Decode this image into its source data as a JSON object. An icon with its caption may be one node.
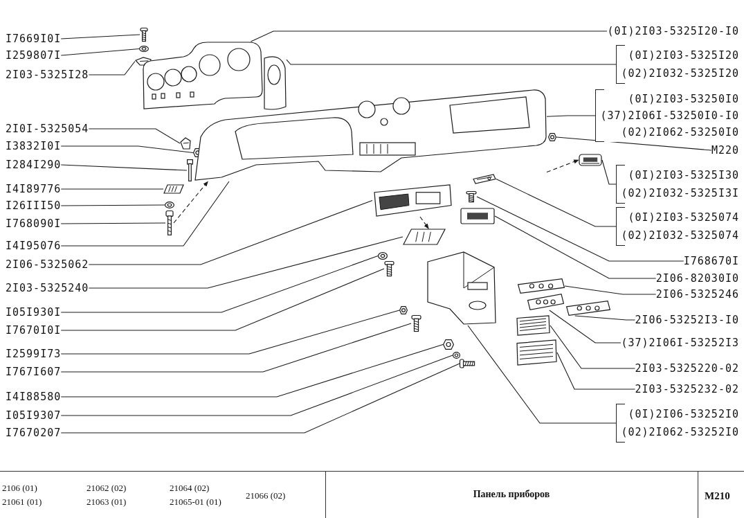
{
  "diagram": {
    "title": "Панель приборов",
    "nodes": [
      {
        "text": [
          "I7669I0I"
        ]
      },
      {
        "text": [
          "I259807I"
        ]
      },
      {
        "text": [
          "2I03-5325I28"
        ]
      },
      {
        "text": [
          "2I0I-5325054"
        ]
      },
      {
        "text": [
          "I3832I0I"
        ]
      },
      {
        "text": [
          "I284I290"
        ]
      },
      {
        "text": [
          "I4I89776"
        ]
      },
      {
        "text": [
          "I26III50"
        ]
      },
      {
        "text": [
          "I768090I"
        ]
      },
      {
        "text": [
          "I4I95076"
        ]
      },
      {
        "text": [
          "2I06-5325062"
        ]
      },
      {
        "text": [
          "2I03-5325240"
        ]
      },
      {
        "text": [
          "I05I930I"
        ]
      },
      {
        "text": [
          "I7670I0I"
        ]
      },
      {
        "text": [
          "I2599I73"
        ]
      },
      {
        "text": [
          "I767I607"
        ]
      },
      {
        "text": [
          "I4I88580"
        ]
      },
      {
        "text": [
          "I05I9307"
        ]
      },
      {
        "text": [
          "I7670207"
        ]
      },
      {
        "text": [
          "(0I)2I03-5325I20-I0"
        ]
      },
      {
        "text": [
          "(0I)2I03-5325I20",
          "(02)2I032-5325I20"
        ]
      },
      {
        "text": [
          "(0I)2I03-53250I0",
          "(37)2I06I-53250I0-I0",
          "(02)2I062-53250I0"
        ]
      },
      {
        "text": [
          "M220"
        ]
      },
      {
        "text": [
          "(0I)2I03-5325I30",
          "(02)2I032-5325I3I"
        ]
      },
      {
        "text": [
          "(0I)2I03-5325074",
          "(02)2I032-5325074"
        ]
      },
      {
        "text": [
          "I768670I"
        ]
      },
      {
        "text": [
          "2I06-82030I0"
        ]
      },
      {
        "text": [
          "2I06-5325246"
        ]
      },
      {
        "text": [
          "2I06-53252I3-I0"
        ]
      },
      {
        "text": [
          "(37)2I06I-53252I3"
        ]
      },
      {
        "text": [
          "2I03-5325220-02"
        ]
      },
      {
        "text": [
          "2I03-5325232-02"
        ]
      },
      {
        "text": [
          "(0I)2I06-53252I0",
          "(02)2I062-53252I0"
        ]
      },
      {
        "text": [],
        "shape": "picture"
      },
      {
        "text": [],
        "shape": "picture"
      },
      {
        "text": [],
        "shape": "picture"
      },
      {
        "text": [],
        "shape": "picture"
      },
      {
        "text": [],
        "shape": "picture"
      },
      {
        "text": [],
        "shape": "picture"
      },
      {
        "text": [],
        "shape": "picture"
      },
      {
        "text": [],
        "shape": "picture"
      },
      {
        "text": [],
        "shape": "picture"
      },
      {
        "text": [],
        "shape": "picture"
      },
      {
        "text": [],
        "shape": "picture"
      },
      {
        "text": [],
        "shape": "picture"
      },
      {
        "text": [],
        "shape": "picture"
      },
      {
        "text": [],
        "shape": "picture"
      },
      {
        "text": [],
        "shape": "picture"
      },
      {
        "text": [],
        "shape": "picture"
      },
      {
        "text": [],
        "shape": "picture"
      },
      {
        "text": [],
        "shape": "picture"
      },
      {
        "text": [],
        "shape": "picture"
      },
      {
        "text": [],
        "shape": "picture"
      },
      {
        "text": [],
        "shape": "picture"
      },
      {
        "text": [],
        "shape": "picture"
      },
      {
        "text": [],
        "shape": "picture"
      },
      {
        "text": [],
        "shape": "picture"
      },
      {
        "text": [],
        "shape": "picture"
      },
      {
        "text": [],
        "shape": "picture"
      },
      {
        "text": [],
        "shape": "picture"
      },
      {
        "text": [],
        "shape": "picture"
      },
      {
        "text": [],
        "shape": "picture"
      },
      {
        "text": [],
        "shape": "picture"
      },
      {
        "text": [],
        "shape": "picture"
      },
      {
        "text": [],
        "shape": "picture"
      }
    ],
    "edges": [
      {
        "from": 0,
        "to": 33,
        "arrow": "none"
      },
      {
        "from": 1,
        "to": 34,
        "arrow": "none"
      },
      {
        "from": 2,
        "to": 35,
        "arrow": "none"
      },
      {
        "from": 3,
        "to": 36,
        "arrow": "none"
      },
      {
        "from": 4,
        "to": 37,
        "arrow": "none"
      },
      {
        "from": 5,
        "to": 38,
        "arrow": "none"
      },
      {
        "from": 6,
        "to": 39,
        "arrow": "none"
      },
      {
        "from": 7,
        "to": 40,
        "arrow": "none"
      },
      {
        "from": 8,
        "to": 41,
        "arrow": "none"
      },
      {
        "from": 9,
        "to": 53,
        "arrow": "none"
      },
      {
        "from": 10,
        "to": 42,
        "arrow": "none"
      },
      {
        "from": 11,
        "to": 43,
        "arrow": "none"
      },
      {
        "from": 12,
        "to": 44,
        "arrow": "none"
      },
      {
        "from": 13,
        "to": 45,
        "arrow": "none"
      },
      {
        "from": 14,
        "to": 46,
        "arrow": "none"
      },
      {
        "from": 15,
        "to": 47,
        "arrow": "none"
      },
      {
        "from": 16,
        "to": 48,
        "arrow": "none"
      },
      {
        "from": 17,
        "to": 49,
        "arrow": "none"
      },
      {
        "from": 18,
        "to": 50,
        "arrow": "none"
      },
      {
        "from": 19,
        "to": 51,
        "arrow": "none"
      },
      {
        "from": 20,
        "to": 52,
        "arrow": "none"
      },
      {
        "from": 21,
        "to": 53,
        "arrow": "none"
      },
      {
        "from": 22,
        "to": 54,
        "arrow": "none"
      },
      {
        "from": 23,
        "to": 55,
        "arrow": "none"
      },
      {
        "from": 24,
        "to": 56,
        "arrow": "none"
      },
      {
        "from": 25,
        "to": 57,
        "arrow": "none"
      },
      {
        "from": 26,
        "to": 58,
        "arrow": "none"
      },
      {
        "from": 27,
        "to": 60,
        "arrow": "none"
      },
      {
        "from": 28,
        "to": 62,
        "arrow": "none"
      },
      {
        "from": 29,
        "to": 61,
        "arrow": "none"
      },
      {
        "from": 30,
        "to": 63,
        "arrow": "none"
      },
      {
        "from": 31,
        "to": 64,
        "arrow": "none"
      },
      {
        "from": 32,
        "to": 59,
        "arrow": "none"
      },
      {
        "from": 41,
        "to": 53,
        "arrow": "to",
        "style": "dashed"
      },
      {
        "from": 53,
        "to": 55,
        "arrow": "to",
        "style": "dashed"
      },
      {
        "from": 42,
        "to": 43,
        "arrow": "to",
        "style": "dashed"
      }
    ],
    "labels": [
      "2106 (01)",
      "21061 (01)",
      "21062 (02)",
      "21063 (01)",
      "21064 (02)",
      "21065-01 (01)",
      "21066 (02)",
      "M210"
    ]
  }
}
